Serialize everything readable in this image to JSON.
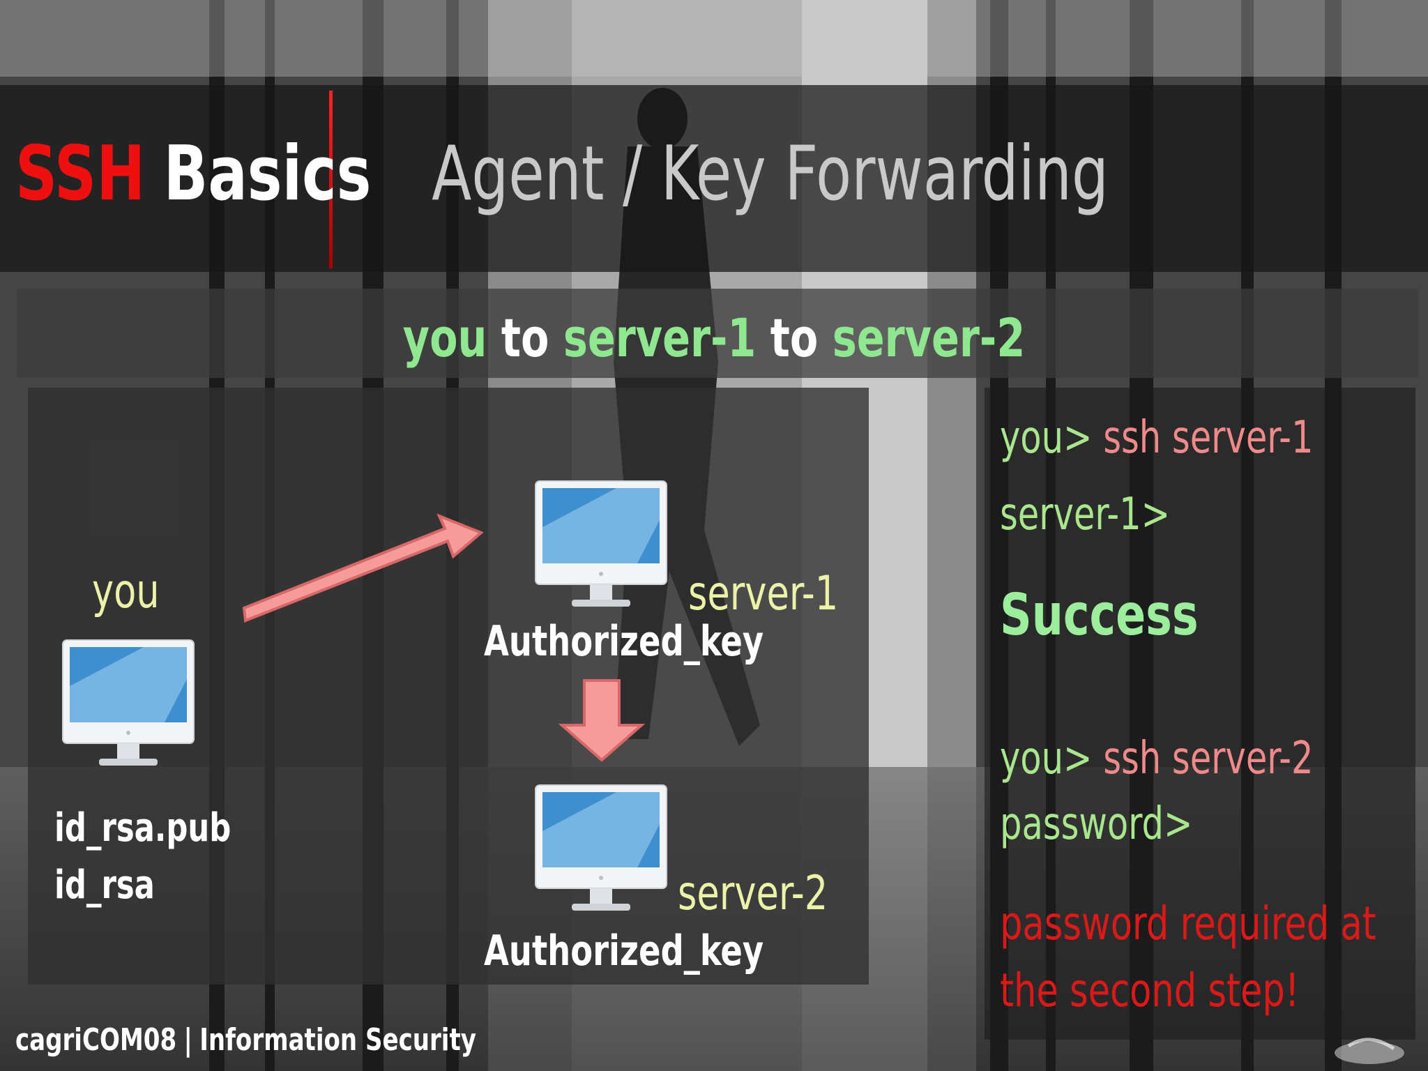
{
  "title": {
    "ssh": "SSH",
    "basics": "Basics",
    "subtitle": "Agent / Key Forwarding"
  },
  "subtitle_line": {
    "part1": "you",
    "part2": "to",
    "part3": "server-1",
    "part4": "to",
    "part5": "server-2"
  },
  "diagram": {
    "you_label": "you",
    "server1_label": "server-1",
    "server2_label": "server-2",
    "server1_key": "Authorized_key",
    "server2_key": "Authorized_key",
    "pub_key": "id_rsa.pub",
    "priv_key": "id_rsa",
    "icons": [
      "computer-icon",
      "computer-icon",
      "computer-icon",
      "arrow-right-icon",
      "arrow-down-icon"
    ]
  },
  "terminal": {
    "line1_prompt": "you>",
    "line1_cmd": "ssh server-1",
    "line2_prompt": "server-1>",
    "success": "Success",
    "line3_prompt": "you>",
    "line3_cmd": "ssh server-2",
    "line4_prompt": "password>",
    "warn_line1": "password required at",
    "warn_line2": "the second step!"
  },
  "footer": {
    "author": "cagriCOM08",
    "separator": "|",
    "topic": "Information Security"
  },
  "colors": {
    "accent_red": "#ee1010",
    "prompt_green": "#a9e68e",
    "command_pink": "#f08a8a",
    "success_green": "#9cee9c",
    "warning_red": "#dd1818",
    "label_yellow": "#ecf3a8",
    "arrow_fill": "#f79a9a"
  }
}
